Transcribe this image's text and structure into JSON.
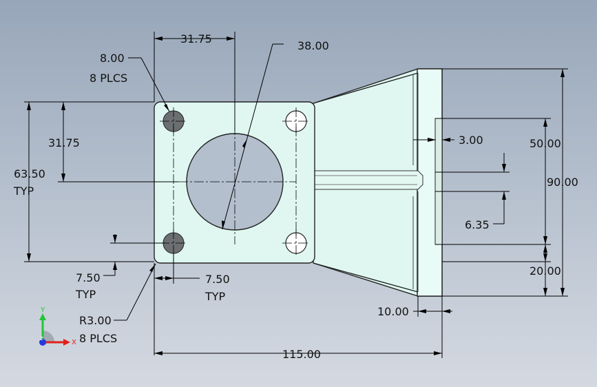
{
  "colors": {
    "background_top": "#97a6b9",
    "background_bottom": "#d4d9e1",
    "part_face": "#dff7f0",
    "part_edge": "#222222",
    "hole_dark": "#6c6f72",
    "axis_x": "#e0201b",
    "axis_y": "#25c33b",
    "axis_z": "#1e3be0"
  },
  "dimensions": {
    "hole_spacing_top": "31.75",
    "bore_diameter": "38.00",
    "hole_diameter": "8.00",
    "hole_count_note": "8 PLCS",
    "hole_spacing_left": "31.75",
    "overall_plate": "63.50",
    "overall_plate_note": "TYP",
    "web_gap": "3.00",
    "rib_spacing": "50.00",
    "overall_height": "90.00",
    "rib_thickness": "6.35",
    "edge_offset_left": "7.50",
    "edge_offset_left_note": "TYP",
    "edge_offset_bottom": "7.50",
    "edge_offset_bottom_note": "TYP",
    "flange_height": "20.00",
    "corner_radius": "R3.00",
    "corner_radius_note": "8 PLCS",
    "flange_thickness": "10.00",
    "overall_length": "115.00"
  },
  "triad": {
    "x": "X",
    "y": "Y",
    "z": "Z"
  }
}
